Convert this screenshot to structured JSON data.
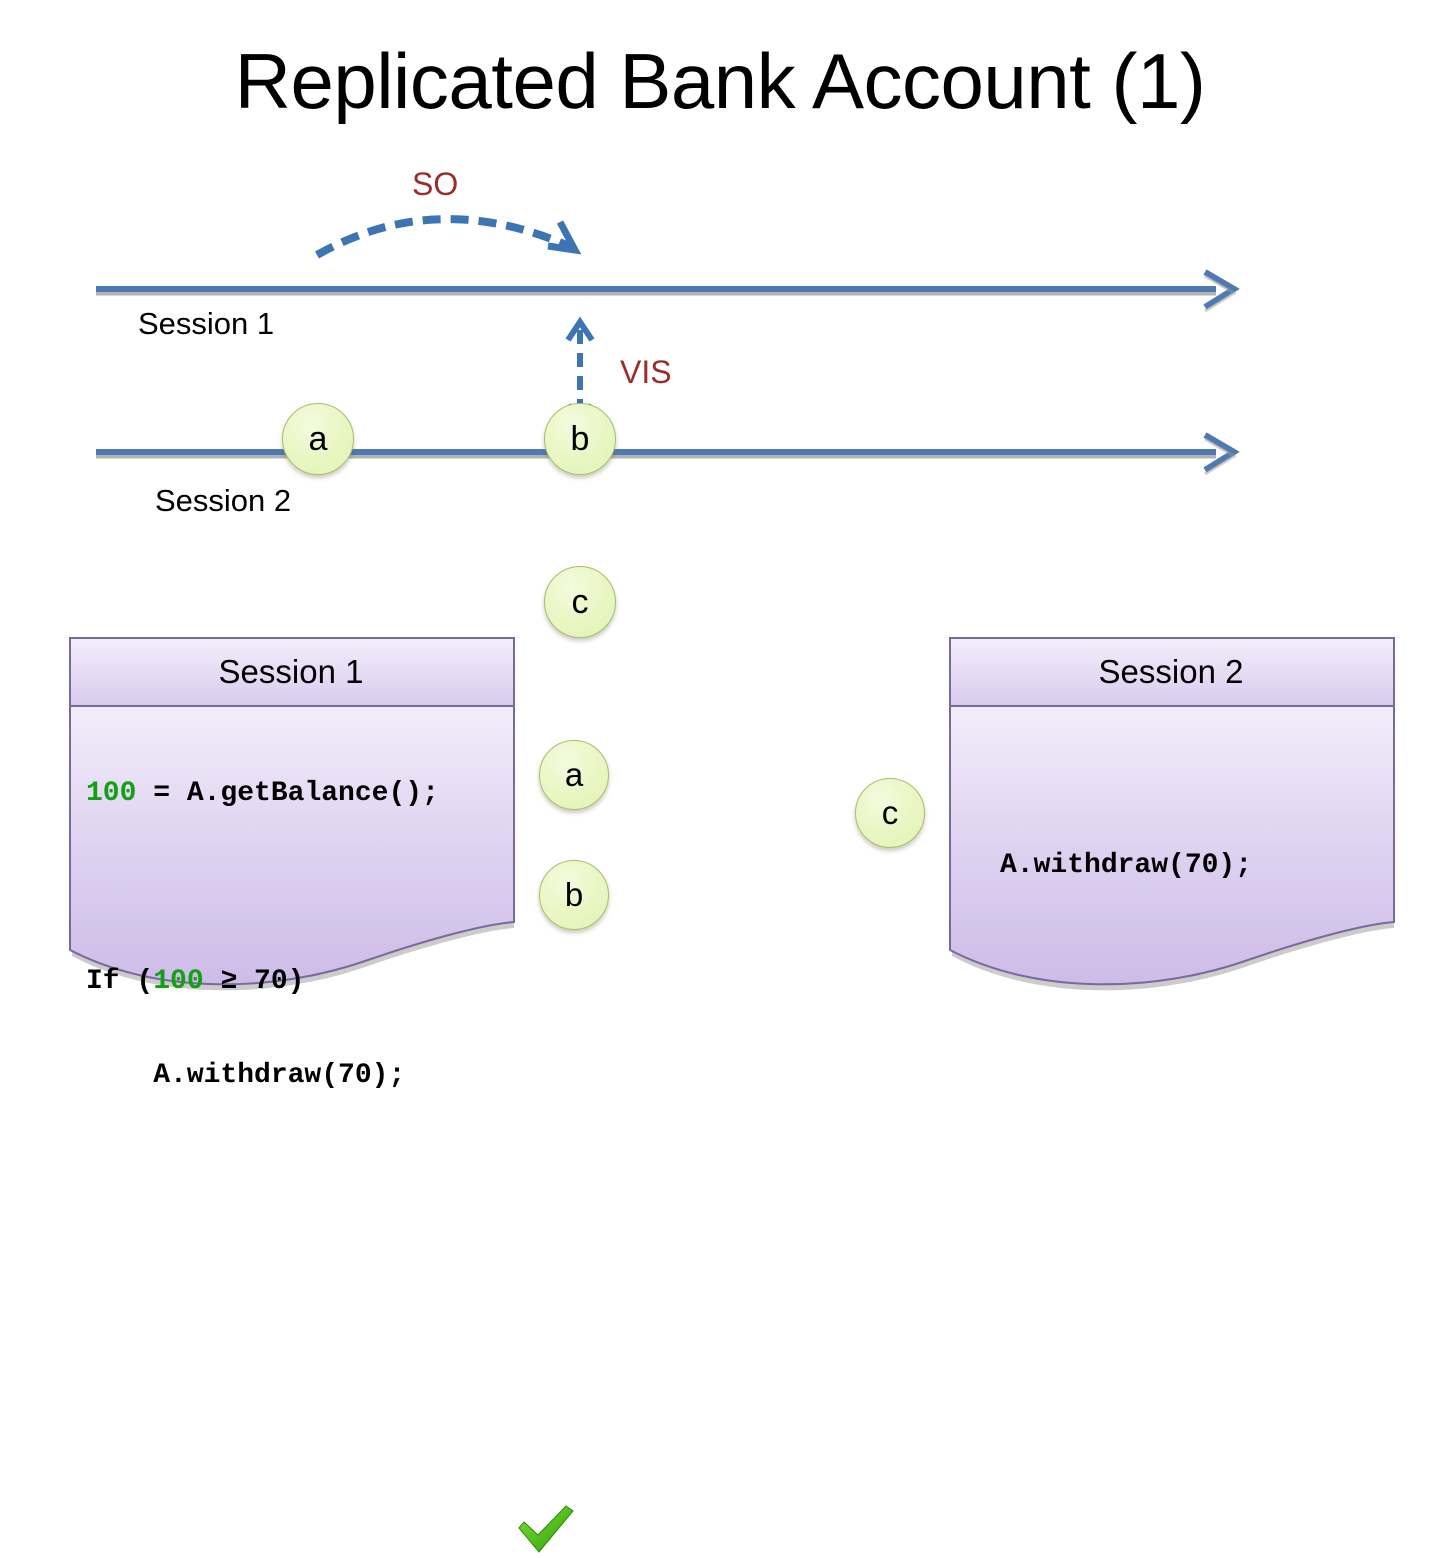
{
  "slide": {
    "title": "Replicated Bank Account (1)"
  },
  "timeline": {
    "session1_label": "Session 1",
    "session2_label": "Session 2",
    "edges": [
      {
        "name": "so",
        "label": "SO",
        "from": "a",
        "to": "b",
        "color": "#9B2D2D",
        "style": "dashed-arc"
      },
      {
        "name": "vis",
        "label": "VIS",
        "from": "c",
        "to": "b",
        "color": "#9B2D2D",
        "style": "dashed-bidirectional"
      }
    ],
    "nodes": [
      {
        "id": "a",
        "label": "a",
        "session": 1
      },
      {
        "id": "b",
        "label": "b",
        "session": 1
      },
      {
        "id": "c",
        "label": "c",
        "session": 2
      }
    ],
    "line_color": "#4E79B2",
    "node_fill": "#eaf7c6",
    "node_border": "#a8bd6e"
  },
  "session1_box": {
    "header": "Session 1",
    "lines": [
      {
        "segments": [
          {
            "text": "100",
            "color": "green"
          },
          {
            "text": " = A.getBalance();",
            "color": "black"
          }
        ]
      },
      {
        "segments": [
          {
            "text": "",
            "color": "black"
          }
        ]
      },
      {
        "segments": [
          {
            "text": "If (",
            "color": "black"
          },
          {
            "text": "100",
            "color": "green"
          },
          {
            "text": " ≥ 70)",
            "color": "black"
          }
        ]
      },
      {
        "segments": [
          {
            "text": "    A.withdraw(70);",
            "color": "black"
          }
        ]
      }
    ],
    "code_text": "100 = A.getBalance();\n\nIf (100 ≥ 70)\n    A.withdraw(70);",
    "checkmark": true,
    "nodes": [
      "a",
      "b"
    ],
    "fill_top": "#f0ebf9",
    "fill_bottom": "#cdbce8",
    "border": "#7a6a9a"
  },
  "session2_box": {
    "header": "Session 2",
    "lines": [
      {
        "segments": [
          {
            "text": "A.withdraw(70);",
            "color": "black"
          }
        ]
      }
    ],
    "code_text": "A.withdraw(70);",
    "checkmark": false,
    "nodes": [
      "c"
    ],
    "fill_top": "#f0ebf9",
    "fill_bottom": "#cdbce8",
    "border": "#7a6a9a"
  },
  "colors": {
    "accent_blue": "#4E79B2",
    "label_red": "#9B2D2D",
    "code_green": "#14A014",
    "check_green": "#4CC417"
  }
}
